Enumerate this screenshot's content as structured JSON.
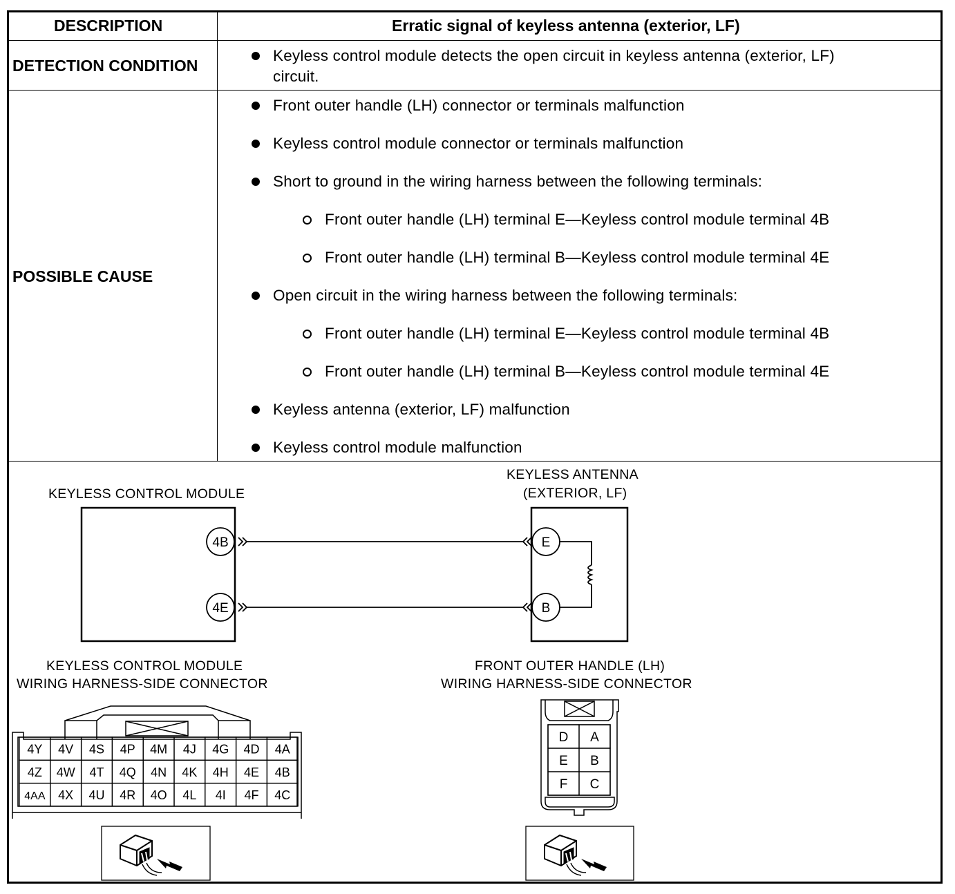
{
  "table": {
    "header": {
      "left": "DESCRIPTION",
      "right": "Erratic signal of keyless antenna (exterior, LF)"
    },
    "detection": {
      "label": "DETECTION CONDITION",
      "line1": "Keyless control module detects the open circuit in keyless antenna (exterior, LF)",
      "line2": "circuit."
    },
    "cause": {
      "label": "POSSIBLE CAUSE",
      "items": [
        "Front outer handle (LH) connector or terminals malfunction",
        "Keyless control module connector or terminals malfunction",
        "Short to ground in the wiring harness between the following terminals:",
        "Front outer handle (LH) terminal E—Keyless control module terminal 4B",
        "Front outer handle (LH) terminal B—Keyless control module terminal 4E",
        "Open circuit in the wiring harness between the following terminals:",
        "Front outer handle (LH) terminal E—Keyless control module terminal 4B",
        "Front outer handle (LH) terminal B—Keyless control module terminal 4E",
        "Keyless antenna (exterior, LF) malfunction",
        "Keyless control module malfunction"
      ]
    }
  },
  "diagram": {
    "module_label": "KEYLESS CONTROL MODULE",
    "antenna_label_1": "KEYLESS ANTENNA",
    "antenna_label_2": "(EXTERIOR, LF)",
    "module_terminals": [
      "4B",
      "4E"
    ],
    "antenna_terminals": [
      "E",
      "B"
    ],
    "module_connector_label_1": "KEYLESS CONTROL MODULE",
    "module_connector_label_2": "WIRING HARNESS-SIDE CONNECTOR",
    "handle_connector_label_1": "FRONT OUTER HANDLE (LH)",
    "handle_connector_label_2": "WIRING HARNESS-SIDE CONNECTOR",
    "module_pins": [
      [
        "4Y",
        "4V",
        "4S",
        "4P",
        "4M",
        "4J",
        "4G",
        "4D",
        "4A"
      ],
      [
        "4Z",
        "4W",
        "4T",
        "4Q",
        "4N",
        "4K",
        "4H",
        "4E",
        "4B"
      ],
      [
        "4AA",
        "4X",
        "4U",
        "4R",
        "4O",
        "4L",
        "4I",
        "4F",
        "4C"
      ]
    ],
    "handle_pins": [
      [
        "D",
        "A"
      ],
      [
        "E",
        "B"
      ],
      [
        "F",
        "C"
      ]
    ]
  }
}
